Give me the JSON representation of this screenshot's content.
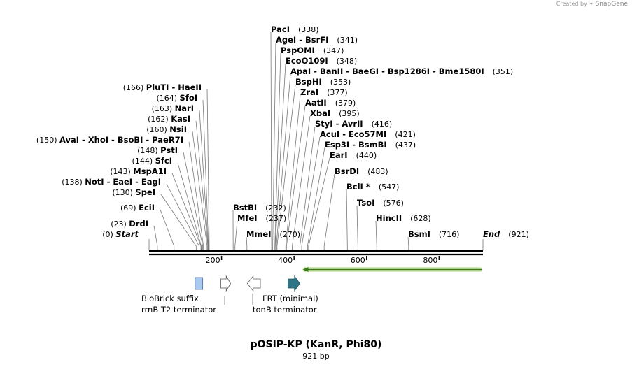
{
  "watermark": {
    "prefix": "Created by",
    "brand": "SnapGene"
  },
  "map": {
    "title": "pOSIP-KP (KanR, Phi80)",
    "length_label": "921 bp",
    "length_bp": 921
  },
  "axis_ticks": [
    {
      "bp": 200,
      "label": "200"
    },
    {
      "bp": 400,
      "label": "400"
    },
    {
      "bp": 600,
      "label": "600"
    },
    {
      "bp": 800,
      "label": "800"
    }
  ],
  "sites": [
    {
      "pos": 338,
      "pos_label": "(338)",
      "names": [
        "PacI"
      ]
    },
    {
      "pos": 341,
      "pos_label": "(341)",
      "names": [
        "AgeI",
        "BsrFI"
      ]
    },
    {
      "pos": 347,
      "pos_label": "(347)",
      "names": [
        "PspOMI"
      ]
    },
    {
      "pos": 348,
      "pos_label": "(348)",
      "names": [
        "EcoO109I"
      ]
    },
    {
      "pos": 351,
      "pos_label": "(351)",
      "names": [
        "ApaI",
        "BanII",
        "BaeGI",
        "Bsp1286I",
        "Bme1580I"
      ]
    },
    {
      "pos": 353,
      "pos_label": "(353)",
      "names": [
        "BspHI"
      ]
    },
    {
      "pos": 377,
      "pos_label": "(377)",
      "names": [
        "ZraI"
      ]
    },
    {
      "pos": 379,
      "pos_label": "(379)",
      "names": [
        "AatII"
      ]
    },
    {
      "pos": 395,
      "pos_label": "(395)",
      "names": [
        "XbaI"
      ]
    },
    {
      "pos": 416,
      "pos_label": "(416)",
      "names": [
        "StyI",
        "AvrII"
      ]
    },
    {
      "pos": 421,
      "pos_label": "(421)",
      "names": [
        "AcuI",
        "Eco57MI"
      ]
    },
    {
      "pos": 437,
      "pos_label": "(437)",
      "names": [
        "Esp3I",
        "BsmBI"
      ]
    },
    {
      "pos": 440,
      "pos_label": "(440)",
      "names": [
        "EarI"
      ]
    },
    {
      "pos": 483,
      "pos_label": "(483)",
      "names": [
        "BsrDI"
      ]
    },
    {
      "pos": 547,
      "pos_label": "(547)",
      "names": [
        "BclI *"
      ]
    },
    {
      "pos": 576,
      "pos_label": "(576)",
      "names": [
        "TsoI"
      ]
    },
    {
      "pos": 628,
      "pos_label": "(628)",
      "names": [
        "HincII"
      ]
    },
    {
      "pos": 716,
      "pos_label": "(716)",
      "names": [
        "BsmI"
      ]
    },
    {
      "pos": 921,
      "pos_label": "(921)",
      "names": [
        "End"
      ],
      "italic": true
    },
    {
      "pos": 166,
      "pos_label": "(166)",
      "names": [
        "PluTI",
        "HaeII"
      ]
    },
    {
      "pos": 164,
      "pos_label": "(164)",
      "names": [
        "SfoI"
      ]
    },
    {
      "pos": 163,
      "pos_label": "(163)",
      "names": [
        "NarI"
      ]
    },
    {
      "pos": 162,
      "pos_label": "(162)",
      "names": [
        "KasI"
      ]
    },
    {
      "pos": 160,
      "pos_label": "(160)",
      "names": [
        "NsiI"
      ]
    },
    {
      "pos": 150,
      "pos_label": "(150)",
      "names": [
        "AvaI",
        "XhoI",
        "BsoBI",
        "PaeR7I"
      ]
    },
    {
      "pos": 148,
      "pos_label": "(148)",
      "names": [
        "PstI"
      ]
    },
    {
      "pos": 144,
      "pos_label": "(144)",
      "names": [
        "SfcI"
      ]
    },
    {
      "pos": 143,
      "pos_label": "(143)",
      "names": [
        "MspA1I"
      ]
    },
    {
      "pos": 138,
      "pos_label": "(138)",
      "names": [
        "NotI",
        "EaeI",
        "EagI"
      ]
    },
    {
      "pos": 130,
      "pos_label": "(130)",
      "names": [
        "SpeI"
      ]
    },
    {
      "pos": 69,
      "pos_label": "(69)",
      "names": [
        "EciI"
      ]
    },
    {
      "pos": 23,
      "pos_label": "(23)",
      "names": [
        "DrdI"
      ]
    },
    {
      "pos": 0,
      "pos_label": "(0)",
      "names": [
        "Start"
      ],
      "italic": true
    },
    {
      "pos": 232,
      "pos_label": "(232)",
      "names": [
        "BstBI"
      ]
    },
    {
      "pos": 237,
      "pos_label": "(237)",
      "names": [
        "MfeI"
      ]
    },
    {
      "pos": 270,
      "pos_label": "(270)",
      "names": [
        "MmeI"
      ]
    }
  ],
  "features": [
    {
      "name": "BioBrick suffix",
      "start": 127,
      "end": 148,
      "shape": "box",
      "color": "#a9c9ef"
    },
    {
      "name": "rrnB T2 terminator",
      "start": 198,
      "end": 225,
      "shape": "arrow-right",
      "color": "#ffffff"
    },
    {
      "name": "tonB terminator",
      "start": 271,
      "end": 307,
      "shape": "arrow-left",
      "color": "#ffffff"
    },
    {
      "name": "FRT (minimal)",
      "start": 383,
      "end": 416,
      "shape": "arrow-right",
      "color": "#2e7686"
    },
    {
      "name": "",
      "start": 424,
      "end": 918,
      "shape": "orf-left",
      "color": "#3a7a1c"
    }
  ]
}
